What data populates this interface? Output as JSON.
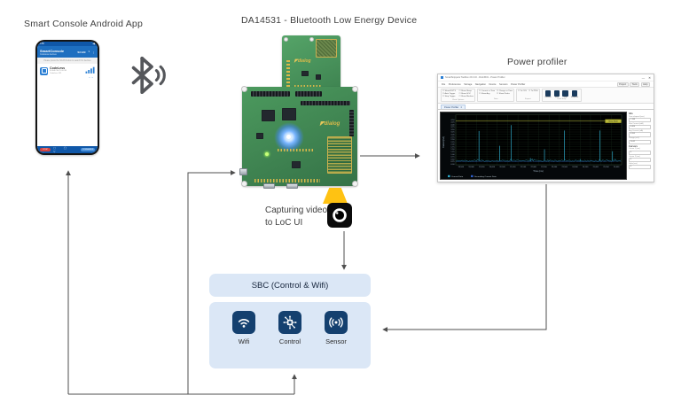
{
  "labels": {
    "phone_section_title": "Smart Console Android App",
    "board_section_title": "DA14531 - Bluetooth Low Energy Device",
    "profiler_section_title": "Power profiler",
    "capturing_caption_line1": "Capturing video",
    "capturing_caption_line2": "to LoC UI"
  },
  "phone": {
    "status_time": "6:50",
    "status_icons": "▴▮",
    "app_title": "SmartConsole",
    "app_subtitle": "Codeless devices",
    "scan_button": "SCAN",
    "filter_icon": "▼",
    "menu_icon": "⋮",
    "instruction": "Please press the SCAN button to search for devices",
    "device": {
      "name": "CodeLess",
      "address": "80:EA:CA:70:00:3B",
      "profile": "Codeless 531",
      "rssi": "-42 dBm"
    },
    "nav": {
      "stop": "STOP",
      "dots": "▢ ◯ ▽",
      "commands": "COMMANDS"
    }
  },
  "board": {
    "logo": "dialog",
    "logo_mark": "◤"
  },
  "sbc": {
    "title": "SBC (Control & Wifi)",
    "modules": [
      {
        "label": "Wifi",
        "icon": "wifi-icon"
      },
      {
        "label": "Control",
        "icon": "control-icon"
      },
      {
        "label": "Sensor",
        "icon": "sensor-icon"
      }
    ]
  },
  "profiler": {
    "window_title": "SmartSnippets Toolbox v5.0.16 - DA14531 - Power Profiler",
    "window_controls": [
      "—",
      "✕"
    ],
    "menus": [
      "File",
      "Preferences",
      "Storage",
      "Navigation",
      "Device",
      "Sensors",
      "Power Profiler"
    ],
    "top_right_buttons": [
      "Project",
      "Tools",
      "Help"
    ],
    "toolbar": {
      "groups": [
        {
          "caption": "Chart Options",
          "checks": [
            "Show RX/TX",
            "Show Sleep",
            "Auto Trigger",
            "Show SOC",
            "Stop Trigger",
            "Show Markers"
          ]
        },
        {
          "caption": "Data",
          "checks": [
            "Current vs Time",
            "Charge vs Time",
            "Show Avg",
            "Show Peaks"
          ]
        },
        {
          "caption": "Export",
          "checks": [
            "To CSV",
            "To PNG"
          ]
        },
        {
          "caption": "Data Snip",
          "buttons": [
            "Initialize",
            "Start",
            "Stop",
            "Snapshot"
          ]
        }
      ]
    },
    "tab": "Power Profiler",
    "tab_close": "✕",
    "side_panel": {
      "title": "Info",
      "fields": [
        {
          "label": "Time elapsed (sec)",
          "value": "1.188"
        },
        {
          "label": "Max Current (mA)",
          "value": "4.406"
        },
        {
          "label": "Avg Current (mA)",
          "value": "0.399"
        },
        {
          "label": "Charge (mC)",
          "value": "10.62"
        }
      ],
      "title2": "Cursors",
      "fields2": [
        {
          "label": "Cursor 1 (ms)",
          "value": "0"
        },
        {
          "label": "Cursor 2 (ms)",
          "value": "0"
        },
        {
          "label": "Delta (ms)",
          "value": "0"
        }
      ]
    }
  },
  "chart_data": {
    "type": "line",
    "title": "",
    "xlabel": "Time (ms)",
    "ylabel": "Current (mA)",
    "ylim": [
      0,
      4.75
    ],
    "grid": true,
    "legend_position": "bottom-left",
    "x_ticks": [
      "18,500",
      "19,000",
      "19,500",
      "20,000",
      "20,500",
      "21,000",
      "21,500",
      "22,000",
      "22,500",
      "23,000",
      "23,500",
      "24,000",
      "24,500",
      "25,000",
      "25,500",
      "26,000"
    ],
    "y_ticks": [
      "4.50",
      "4.25",
      "4.00",
      "3.75",
      "3.50",
      "3.25",
      "3.00",
      "2.75",
      "2.50",
      "2.25",
      "2.00",
      "1.75",
      "1.50",
      "1.25",
      "1.00",
      "0.75",
      "0.50",
      "0.25",
      "0.00"
    ],
    "threshold": {
      "mA": 4.35,
      "label": "Sleep Mode",
      "color": "#b9b93a"
    },
    "series": [
      {
        "name": "Current Data",
        "color": "#2ea7c7",
        "baseline_mA": 0.33,
        "spikes": [
          {
            "x": 0.14,
            "mA": 3.35
          },
          {
            "x": 0.265,
            "mA": 1.85
          },
          {
            "x": 0.335,
            "mA": 3.95
          },
          {
            "x": 0.45,
            "mA": 0.6
          },
          {
            "x": 0.535,
            "mA": 1.5
          },
          {
            "x": 0.655,
            "mA": 3.4
          },
          {
            "x": 0.75,
            "mA": 0.5
          },
          {
            "x": 0.87,
            "mA": 3.4
          },
          {
            "x": 0.945,
            "mA": 1.3
          }
        ]
      },
      {
        "name": "Secondary Current Data",
        "color": "#2f5fc9",
        "baseline_mA": 0.28
      }
    ],
    "colors": {
      "plot_bg": "#000000",
      "grid": "#17291c",
      "axis": "#31452f",
      "tick_text": "#9fb4c4"
    }
  },
  "colors": {
    "pcb_green": "#3f8a4f",
    "tile_navy": "#14406f",
    "box_blue": "#dbe7f6",
    "beam_yellow": "#ffc212",
    "phone_blue": "#1e6fc0",
    "arrow_gray": "#4f4f4f"
  }
}
